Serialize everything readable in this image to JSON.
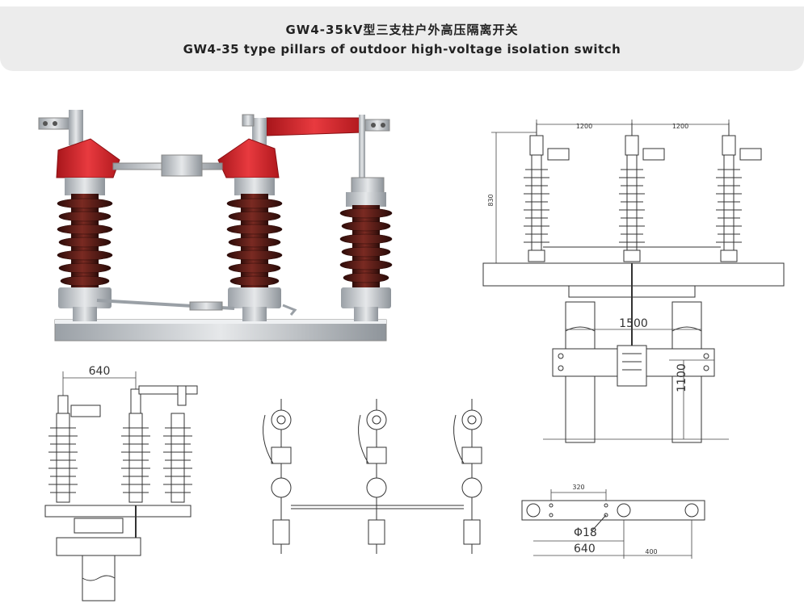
{
  "header": {
    "title_cn": "GW4-35kV型三支柱户外高压隔离开关",
    "title_en": "GW4-35 type pillars of outdoor high-voltage isolation switch"
  },
  "dimensions": {
    "front_spacing_1": "1200",
    "front_spacing_2": "1200",
    "front_height": "830",
    "mount_width": "1500",
    "mount_height": "1100",
    "side_width": "640",
    "base_hole_spacing": "320",
    "base_hole_dia": "Φ18",
    "base_width": "640",
    "base_offset": "400"
  },
  "colors": {
    "insulator": "#5a1e18",
    "insulator_edge": "#3a0f0b",
    "red_head": "#d8232a",
    "metal": "#c8ccd0",
    "base": "#d6d9dc"
  }
}
